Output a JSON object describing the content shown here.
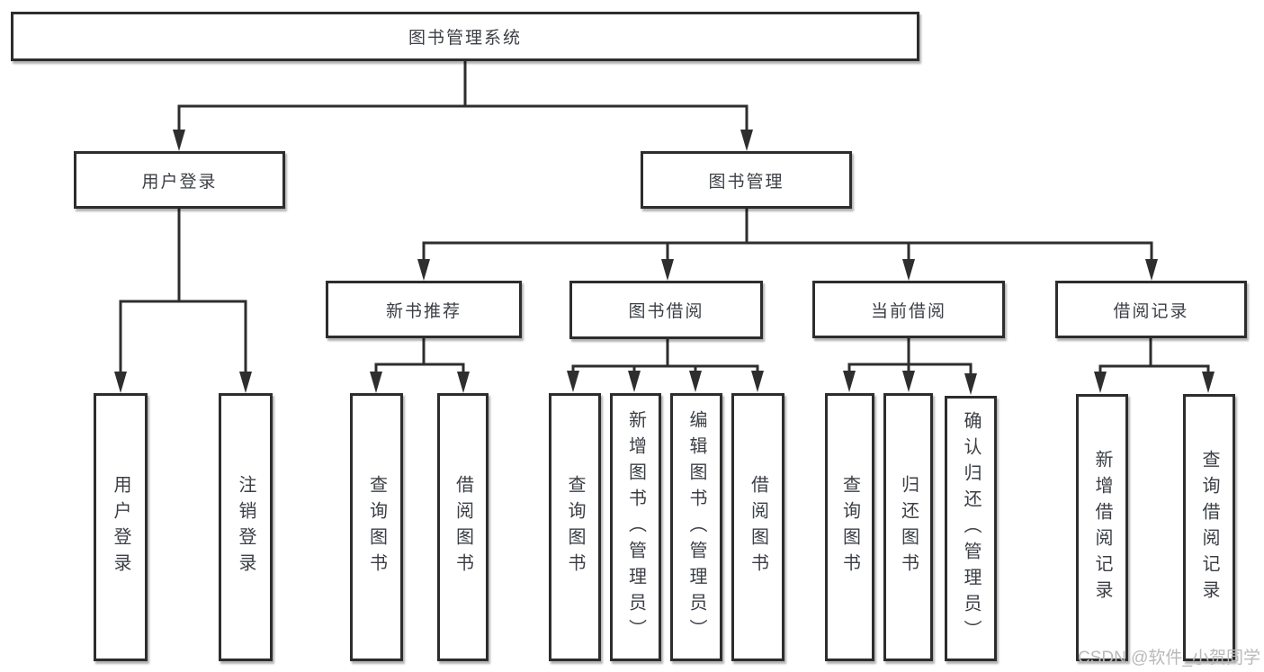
{
  "diagram": {
    "title": "图书管理系统",
    "branches": [
      {
        "label": "用户登录",
        "children": [
          "用户登录",
          "注销登录"
        ]
      },
      {
        "label": "图书管理",
        "children": [
          {
            "label": "新书推荐",
            "children": [
              "查询图书",
              "借阅图书"
            ]
          },
          {
            "label": "图书借阅",
            "children": [
              "查询图书",
              "新增图书（管理员）",
              "编辑图书（管理员）",
              "借阅图书"
            ]
          },
          {
            "label": "当前借阅",
            "children": [
              "查询图书",
              "归还图书",
              "确认归还（管理员）"
            ]
          },
          {
            "label": "借阅记录",
            "children": [
              "新增借阅记录",
              "查询借阅记录"
            ]
          }
        ]
      }
    ]
  },
  "watermark": "CSDN @软件_小贺同学",
  "colors": {
    "line": "#2e2e2e",
    "box_border": "#2d2d2d",
    "text": "#3b3f45",
    "watermark": "#b9b9b9",
    "background": "#ffffff"
  }
}
